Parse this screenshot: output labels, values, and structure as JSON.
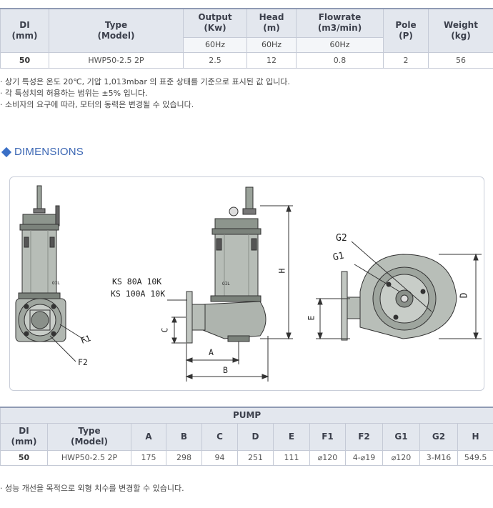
{
  "spec_table": {
    "headers": {
      "di": "DI\n(mm)",
      "type": "Type\n(Model)",
      "output": "Output\n(Kw)",
      "head": "Head\n(m)",
      "flowrate": "Flowrate\n(m3/min)",
      "pole": "Pole\n(P)",
      "weight": "Weight\n(kg)"
    },
    "sub_headers": {
      "output": "60Hz",
      "head": "60Hz",
      "flowrate": "60Hz"
    },
    "row": {
      "di": "50",
      "type": "HWP50-2.5 2P",
      "output": "2.5",
      "head": "12",
      "flowrate": "0.8",
      "pole": "2",
      "weight": "56"
    }
  },
  "notes": [
    "· 상기 특성은 온도 20℃, 기압 1,013mbar 의 표준 상태를 기준으로 표시된 값 입니다.",
    "· 각 특성치의 허용하는 범위는 ±5% 입니다.",
    "· 소비자의 요구에 따라, 모터의 동력은 변경될 수 있습니다."
  ],
  "dimensions_heading": "DIMENSIONS",
  "drawing": {
    "labels": {
      "ks80": "KS 80A 10K",
      "ks100": "KS 100A 10K",
      "f1": "F1",
      "f2": "F2",
      "a": "A",
      "b": "B",
      "c": "C",
      "h": "H",
      "g1": "G1",
      "g2": "G2",
      "d": "D",
      "e": "E",
      "oil": "OIL"
    }
  },
  "pump_table": {
    "title": "PUMP",
    "headers": {
      "di": "DI\n(mm)",
      "type": "Type\n(Model)",
      "cols": [
        "A",
        "B",
        "C",
        "D",
        "E",
        "F1",
        "F2",
        "G1",
        "G2",
        "H"
      ]
    },
    "row": {
      "di": "50",
      "type": "HWP50-2.5 2P",
      "values": [
        "175",
        "298",
        "94",
        "251",
        "111",
        "⌀120",
        "4-⌀19",
        "⌀120",
        "3-M16",
        "549.5"
      ]
    }
  },
  "footer_note": "· 성능 개선을 목적으로 외형 치수를 변경할 수 있습니다."
}
